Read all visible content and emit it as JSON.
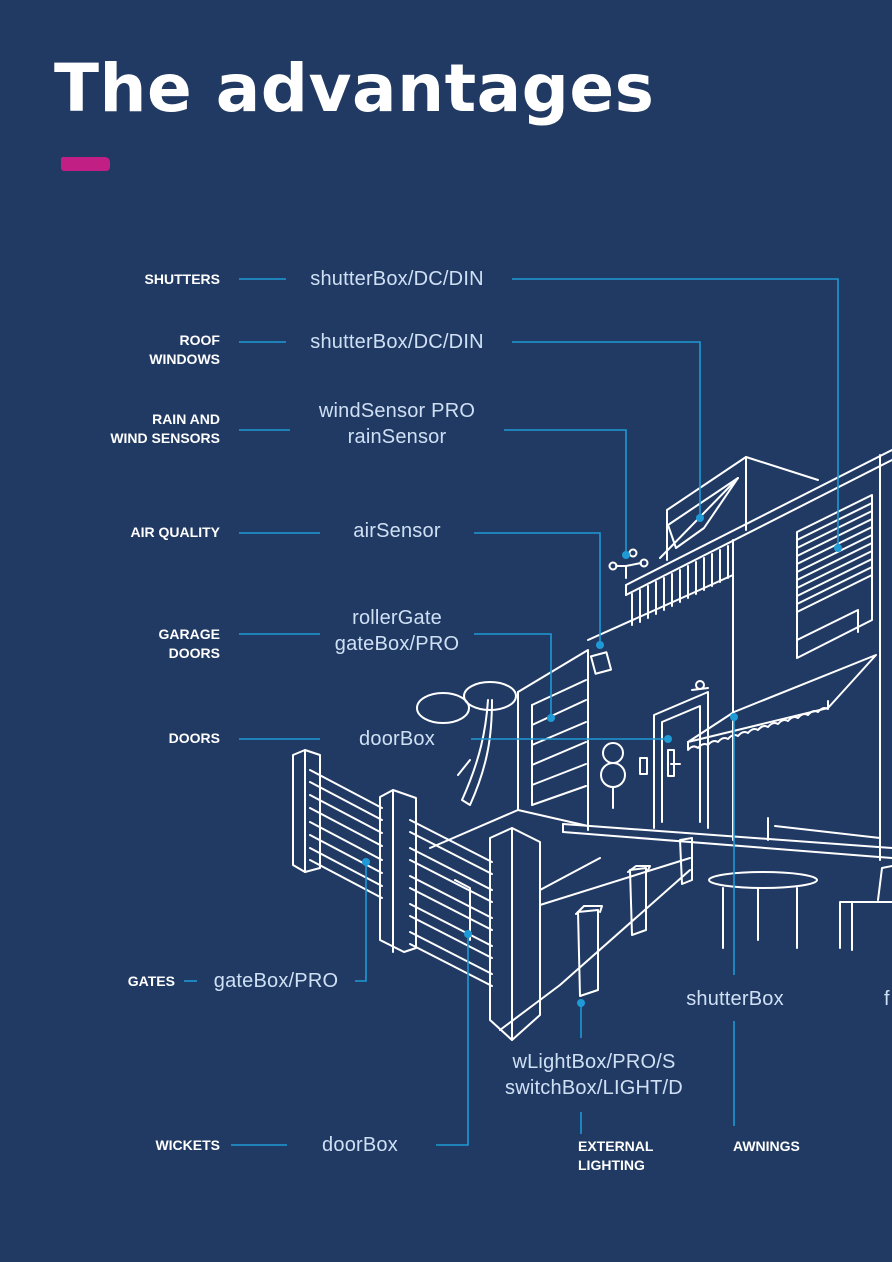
{
  "header": {
    "title": "The advantages"
  },
  "colors": {
    "background": "#213a63",
    "accent_bar": "#c21f85",
    "callout_line": "#1e9ad6",
    "illustration_stroke": "#ffffff",
    "product_text": "#cfe0f5",
    "category_text": "#ffffff"
  },
  "callouts": [
    {
      "category": "SHUTTERS",
      "product": "shutterBox/DC/DIN"
    },
    {
      "category": "ROOF\nWINDOWS",
      "product": "shutterBox/DC/DIN"
    },
    {
      "category": "RAIN AND\nWIND SENSORS",
      "product": "windSensor PRO\nrainSensor"
    },
    {
      "category": "AIR QUALITY",
      "product": "airSensor"
    },
    {
      "category": "GARAGE\nDOORS",
      "product": "rollerGate\ngateBox/PRO"
    },
    {
      "category": "DOORS",
      "product": "doorBox"
    },
    {
      "category": "GATES",
      "product": "gateBox/PRO"
    },
    {
      "category": "WICKETS",
      "product": "doorBox"
    },
    {
      "category": "EXTERNAL\nLIGHTING",
      "product": "wLightBox/PRO/S\nswitchBox/LIGHT/D"
    },
    {
      "category": "AWNINGS",
      "product": "shutterBox"
    }
  ],
  "cut_off_text": "f"
}
